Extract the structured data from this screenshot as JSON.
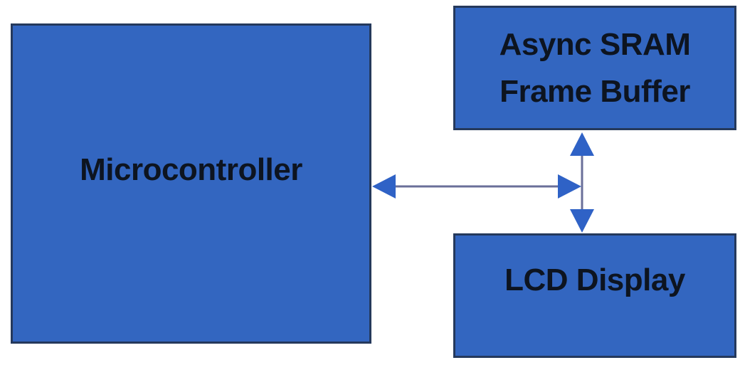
{
  "colors": {
    "background": "#ffffff",
    "node-fill": "#3366c0",
    "node-border": "#25395c",
    "arrow-head": "#2f62c6",
    "arrow-shaft": "#6a6f99",
    "label-text": "#0d1420"
  },
  "nodes": {
    "microcontroller": {
      "label": "Microcontroller"
    },
    "sram": {
      "line1": "Async SRAM",
      "line2": "Frame Buffer"
    },
    "lcd": {
      "label": "LCD Display"
    }
  },
  "edges": [
    {
      "id": "mcu-to-memory-bus",
      "from": "microcontroller",
      "to": "sram-lcd-bus",
      "direction": "bidirectional"
    },
    {
      "id": "sram-to-lcd",
      "from": "sram",
      "to": "lcd",
      "direction": "bidirectional"
    }
  ]
}
